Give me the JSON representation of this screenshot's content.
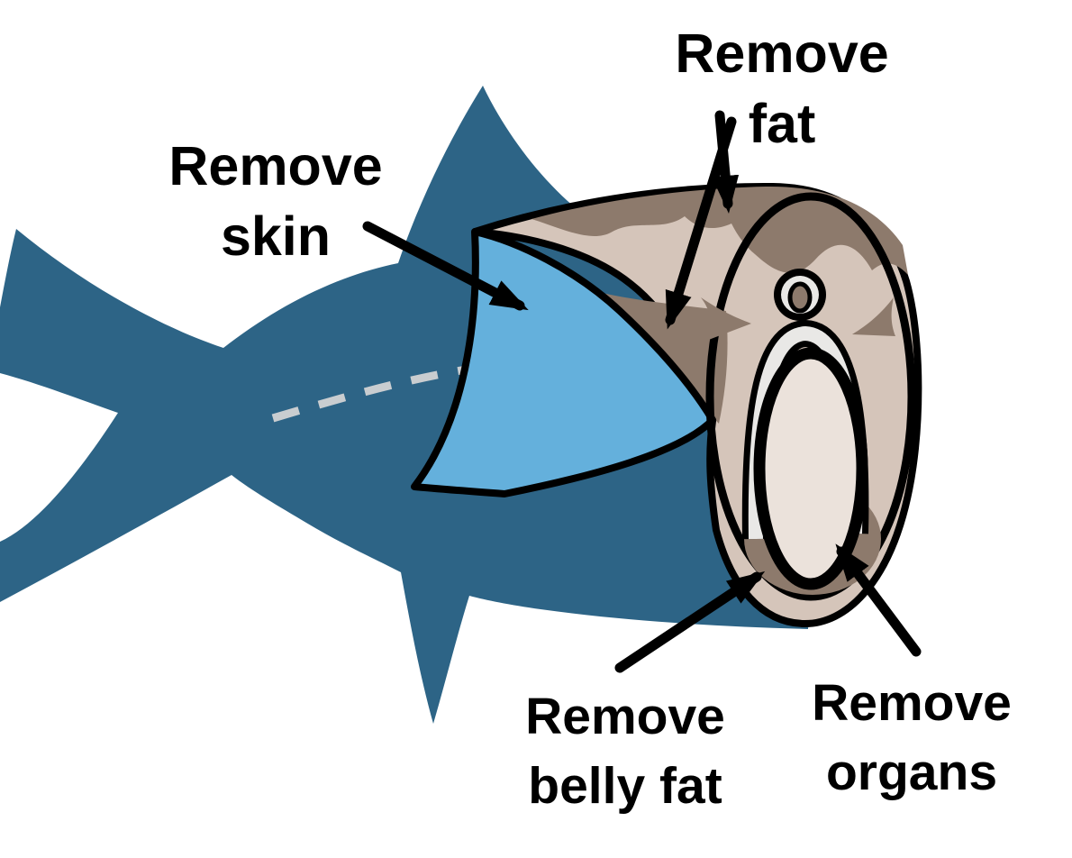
{
  "title": "Fish preparation diagram",
  "description": "Illustration of a fish with the head cut off showing a cross-section; callouts indicate removing the skin, fat, belly fat and organs.",
  "colors": {
    "background": "#ffffff",
    "body": "#2d6486",
    "skin_flap": "#64b0dc",
    "flesh": "#d5c5ba",
    "fat": "#8d7a6c",
    "bone": "#e9e8e6",
    "organ": "#ebe2db",
    "outline": "#000000",
    "lateral_line": "#c9cdd0",
    "text": "#000000"
  },
  "labels": {
    "fat": {
      "line1": "Remove",
      "line2": "fat"
    },
    "skin": {
      "line1": "Remove",
      "line2": "skin"
    },
    "belly_fat": {
      "line1": "Remove",
      "line2": "belly fat"
    },
    "organs": {
      "line1": "Remove",
      "line2": "organs"
    }
  },
  "annotations": [
    {
      "label": "Remove skin",
      "points_to": "peeled-back skin flap"
    },
    {
      "label": "Remove fat",
      "points_to": "dark fat layer on the cut surface (two arrows)"
    },
    {
      "label": "Remove belly fat",
      "points_to": "fat band at the bottom of the cross-section"
    },
    {
      "label": "Remove organs",
      "points_to": "organ cavity inside the cross-section"
    }
  ]
}
